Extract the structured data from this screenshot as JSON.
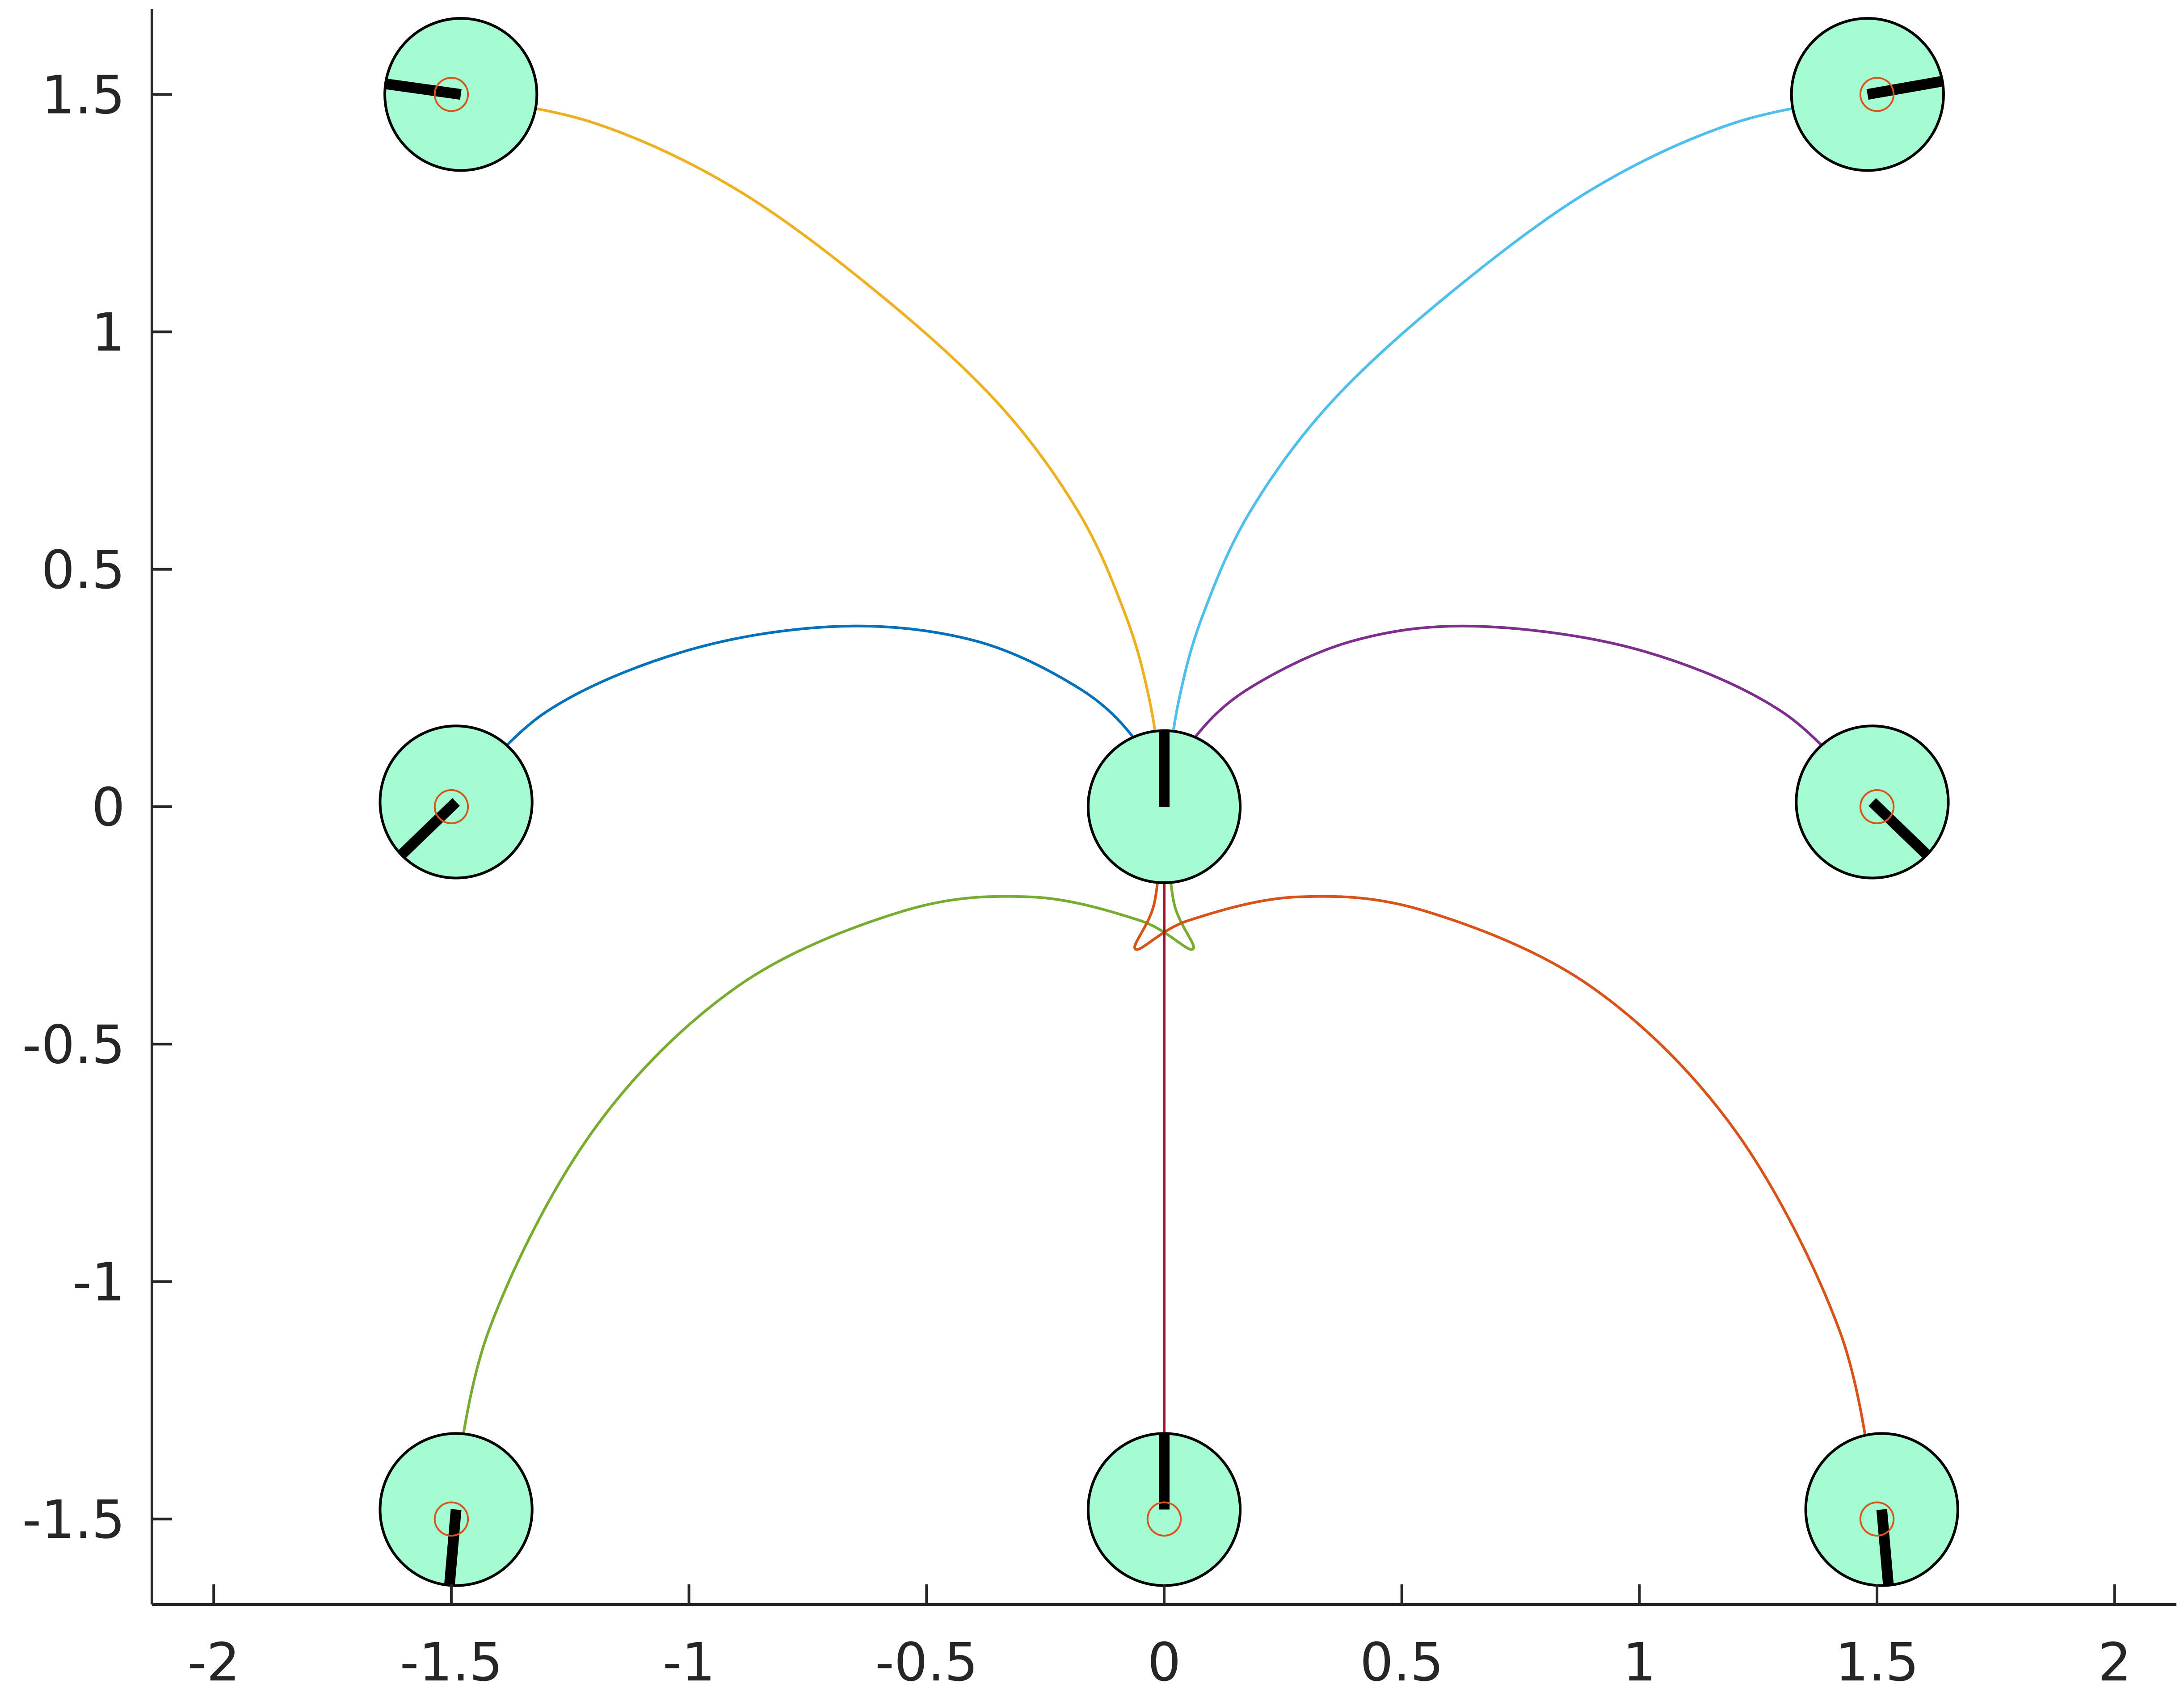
{
  "chart_data": {
    "type": "line",
    "title": "",
    "xlabel": "",
    "ylabel": "",
    "xlim": [
      -2.13,
      2.13
    ],
    "ylim": [
      -1.68,
      1.68
    ],
    "grid": false,
    "legend": "none",
    "x_ticks": [
      -2,
      -1.5,
      -1,
      -0.5,
      0,
      0.5,
      1,
      1.5,
      2
    ],
    "x_tick_labels": [
      "-2",
      "-1.5",
      "-1",
      "-0.5",
      "0",
      "0.5",
      "1",
      "1.5",
      "2"
    ],
    "y_ticks": [
      -1.5,
      -1,
      -0.5,
      0,
      0.5,
      1,
      1.5
    ],
    "y_tick_labels": [
      "-1.5",
      "-1",
      "-0.5",
      "0",
      "0.5",
      "1",
      "1.5"
    ],
    "colors": {
      "robot_fill": "#a6fcd2",
      "robot_edge": "#000000",
      "heading": "#000000",
      "target_ring": "#d95319",
      "axis": "#262626"
    },
    "series": [
      {
        "color": "#edb120",
        "points": [
          [
            -1.5,
            1.5
          ],
          [
            -1.2,
            1.44
          ],
          [
            -0.9,
            1.3
          ],
          [
            -0.6,
            1.08
          ],
          [
            -0.35,
            0.85
          ],
          [
            -0.18,
            0.62
          ],
          [
            -0.08,
            0.4
          ],
          [
            -0.03,
            0.22
          ],
          [
            0,
            0.02
          ]
        ]
      },
      {
        "color": "#4dbeee",
        "points": [
          [
            1.5,
            1.5
          ],
          [
            1.2,
            1.44
          ],
          [
            0.9,
            1.3
          ],
          [
            0.6,
            1.08
          ],
          [
            0.35,
            0.85
          ],
          [
            0.18,
            0.62
          ],
          [
            0.08,
            0.4
          ],
          [
            0.03,
            0.22
          ],
          [
            0,
            0.02
          ]
        ]
      },
      {
        "color": "#0072bd",
        "points": [
          [
            -1.5,
            0
          ],
          [
            -1.3,
            0.2
          ],
          [
            -1.0,
            0.33
          ],
          [
            -0.68,
            0.38
          ],
          [
            -0.4,
            0.35
          ],
          [
            -0.18,
            0.25
          ],
          [
            -0.06,
            0.14
          ],
          [
            0,
            0.02
          ]
        ]
      },
      {
        "color": "#7e2f8e",
        "points": [
          [
            1.5,
            0
          ],
          [
            1.3,
            0.2
          ],
          [
            1.0,
            0.33
          ],
          [
            0.66,
            0.38
          ],
          [
            0.4,
            0.35
          ],
          [
            0.18,
            0.25
          ],
          [
            0.06,
            0.14
          ],
          [
            0,
            0.02
          ]
        ]
      },
      {
        "color": "#77ac30",
        "points": [
          [
            -1.5,
            -1.48
          ],
          [
            -1.42,
            -1.1
          ],
          [
            -1.2,
            -0.68
          ],
          [
            -0.9,
            -0.38
          ],
          [
            -0.55,
            -0.22
          ],
          [
            -0.28,
            -0.19
          ],
          [
            -0.05,
            -0.24
          ],
          [
            0.06,
            -0.3
          ],
          [
            0.02,
            -0.2
          ],
          [
            0,
            0
          ]
        ]
      },
      {
        "color": "#d95319",
        "points": [
          [
            1.5,
            -1.48
          ],
          [
            1.42,
            -1.1
          ],
          [
            1.2,
            -0.68
          ],
          [
            0.9,
            -0.38
          ],
          [
            0.55,
            -0.22
          ],
          [
            0.28,
            -0.19
          ],
          [
            0.05,
            -0.24
          ],
          [
            -0.06,
            -0.3
          ],
          [
            -0.02,
            -0.2
          ],
          [
            0,
            0
          ]
        ]
      },
      {
        "color": "#a2142f",
        "points": [
          [
            0,
            -1.48
          ],
          [
            0,
            -0.75
          ],
          [
            0,
            0
          ]
        ]
      }
    ],
    "robots": [
      {
        "x": -1.48,
        "y": 1.5,
        "heading_deg": 172
      },
      {
        "x": 1.48,
        "y": 1.5,
        "heading_deg": 10
      },
      {
        "x": -1.49,
        "y": 0.01,
        "heading_deg": 224
      },
      {
        "x": 0,
        "y": 0,
        "heading_deg": 90
      },
      {
        "x": 1.49,
        "y": 0.01,
        "heading_deg": 316
      },
      {
        "x": -1.49,
        "y": -1.48,
        "heading_deg": 265
      },
      {
        "x": 0,
        "y": -1.48,
        "heading_deg": 90
      },
      {
        "x": 1.51,
        "y": -1.48,
        "heading_deg": 275
      }
    ],
    "robot_radius": 0.16,
    "heading_length": 0.16,
    "targets": [
      {
        "x": -1.5,
        "y": 1.5
      },
      {
        "x": 1.5,
        "y": 1.5
      },
      {
        "x": -1.5,
        "y": 0
      },
      {
        "x": 1.5,
        "y": 0
      },
      {
        "x": -1.5,
        "y": -1.5
      },
      {
        "x": 0,
        "y": -1.5
      },
      {
        "x": 1.5,
        "y": -1.5
      }
    ],
    "target_radius": 0.035
  }
}
